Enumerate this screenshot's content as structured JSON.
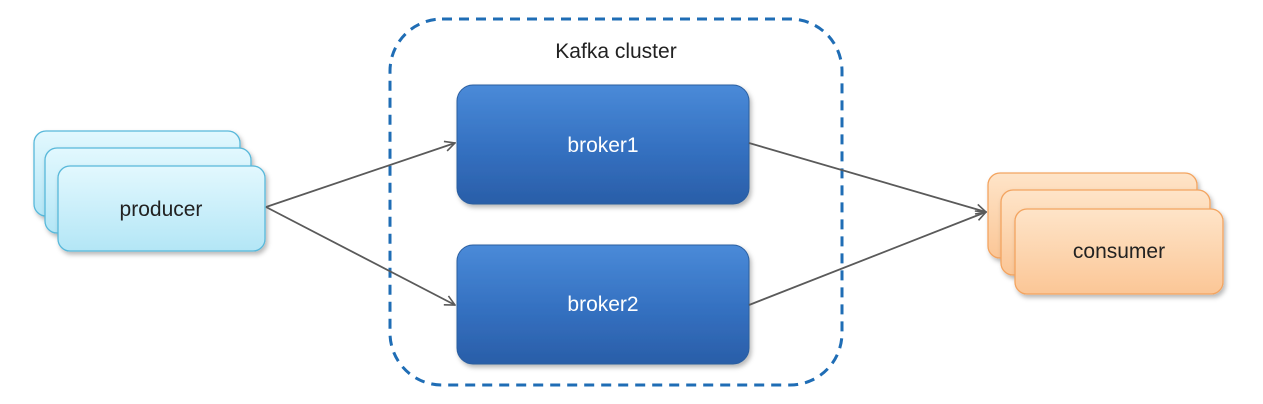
{
  "diagram": {
    "cluster": {
      "label": "Kafka cluster"
    },
    "producer": {
      "label": "producer"
    },
    "brokers": [
      {
        "label": "broker1"
      },
      {
        "label": "broker2"
      }
    ],
    "consumer": {
      "label": "consumer"
    }
  },
  "colors": {
    "cluster_border": "#1f6db5",
    "broker_fill": "#3470c0",
    "broker_text": "#ffffff",
    "producer_fill": "#c8eef9",
    "producer_border": "#58b8da",
    "consumer_fill": "#fcd2a8",
    "consumer_border": "#f3a460",
    "arrow": "#5a5a5a",
    "text": "#222222"
  }
}
